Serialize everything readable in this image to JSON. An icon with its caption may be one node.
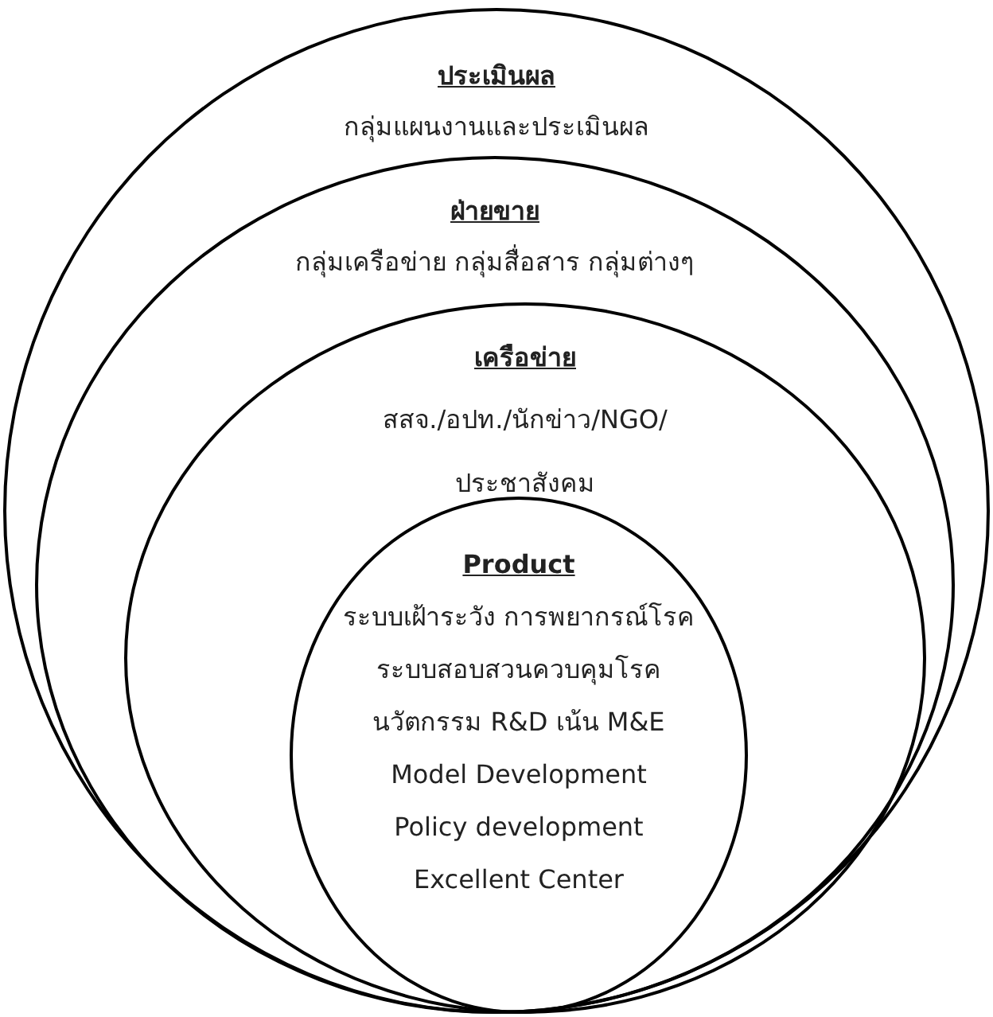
{
  "diagram": {
    "nodes": [
      {
        "text": [
          "ประเมินผล",
          "กลุ่มแผนงานและประเมินผล"
        ]
      },
      {
        "text": [
          "ฝ่ายขาย",
          "กลุ่มเครือข่าย กลุ่มสื่อสาร กลุ่มต่างๆ"
        ],
        "in": 0
      },
      {
        "text": [
          "เครือข่าย",
          "สสจ./อปท./นักข่าว/NGO/ ประชาสังคม"
        ],
        "in": 1
      },
      {
        "text": [
          "Product",
          "ระบบเฝ้าระวัง การพยากรณ์โรค",
          "ระบบสอบสวนควบคุมโรค",
          "นวัตกรรม R&D เน้น M&E",
          "Model Development",
          "Policy development",
          "Excellent Center"
        ],
        "in": 2
      }
    ]
  }
}
